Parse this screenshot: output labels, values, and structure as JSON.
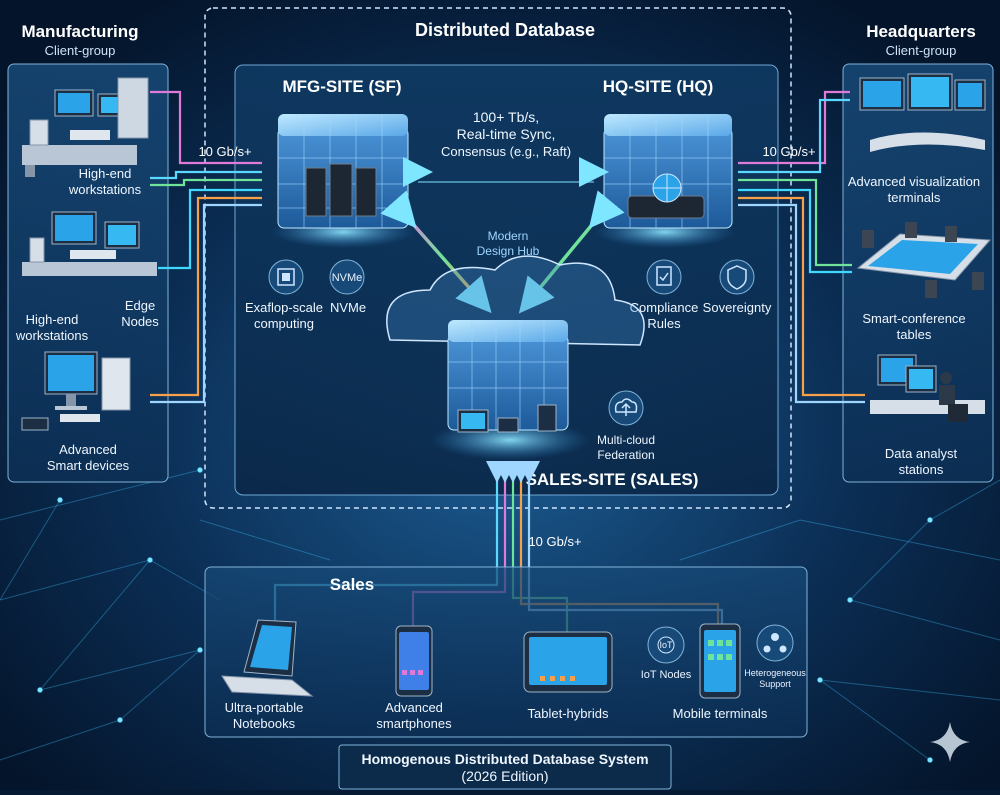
{
  "title": {
    "line1": "Homogenous Distributed Database System",
    "line2": "(2026 Edition)"
  },
  "distributed_database": {
    "label": "Distributed Database",
    "hub_label_1": "Modern",
    "hub_label_2": "Design Hub",
    "sync": {
      "line1": "100+ Tb/s,",
      "line2": "Real-time Sync,",
      "line3": "Consensus (e.g., Raft)"
    },
    "mfg_site": {
      "label": "MFG-SITE (SF)",
      "feature1_line1": "Exaflop-scale",
      "feature1_line2": "computing",
      "feature2_icon_text": "NVMe",
      "feature2_label": "NVMe"
    },
    "hq_site": {
      "label": "HQ-SITE (HQ)",
      "feature1_line1": "Compliance",
      "feature1_line2": "Rules",
      "feature2_label": "Sovereignty"
    },
    "sales_site": {
      "label": "SALES-SITE (SALES)",
      "feature_line1": "Multi-cloud",
      "feature_line2": "Federation"
    }
  },
  "manufacturing": {
    "title": "Manufacturing",
    "subtitle": "Client-group",
    "link_speed": "10 Gb/s+",
    "items": [
      {
        "line1": "High-end",
        "line2": "workstations"
      },
      {
        "line1": "High-end",
        "line2": "workstations"
      },
      {
        "line1": "Edge",
        "line2": "Nodes"
      },
      {
        "line1": "Advanced",
        "line2": "Smart devices"
      }
    ]
  },
  "headquarters": {
    "title": "Headquarters",
    "subtitle": "Client-group",
    "link_speed": "10 Gb/s+",
    "items": [
      {
        "line1": "Advanced visualization",
        "line2": "terminals"
      },
      {
        "line1": "Smart-conference",
        "line2": "tables"
      },
      {
        "line1": "Data analyst",
        "line2": "stations"
      }
    ]
  },
  "sales": {
    "title": "Sales",
    "link_speed": "10 Gb/s+",
    "items": [
      {
        "line1": "Ultra-portable",
        "line2": "Notebooks"
      },
      {
        "line1": "Advanced",
        "line2": "smartphones"
      },
      {
        "line1": "Tablet-hybrids",
        "line2": ""
      },
      {
        "line1": "Mobile terminals",
        "line2": ""
      }
    ],
    "iot_label": "IoT Nodes",
    "iot_icon_text": "IoT",
    "hetero_line1": "Heterogeneous",
    "hetero_line2": "Support"
  },
  "colors": {
    "background": "#061a33",
    "panel": "#0d3358",
    "panel_border": "#7fb3d9",
    "accent_cyan": "#3fd8ff",
    "server_blue": "#2f7fd0",
    "link_pink": "#e07ad8",
    "link_green": "#6fe39a",
    "link_orange": "#f7a04a"
  },
  "icons": [
    "chip-icon",
    "nvme-icon",
    "clipboard-check-icon",
    "shield-icon",
    "cloud-upload-icon",
    "iot-hub-icon",
    "people-network-icon",
    "sparkle-icon"
  ]
}
